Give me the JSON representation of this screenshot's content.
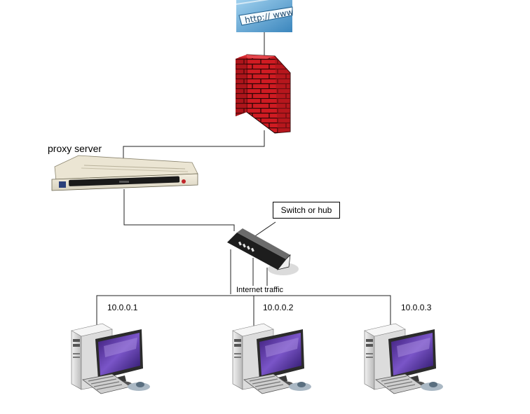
{
  "diagram": {
    "nodes": {
      "internet": {
        "label": "http:// www",
        "icon": "browser-url-icon"
      },
      "firewall": {
        "icon": "brick-firewall-icon",
        "color": "#c8161d"
      },
      "proxy": {
        "label": "proxy server",
        "icon": "rack-server-icon"
      },
      "switch": {
        "label": "Switch or hub",
        "icon": "network-switch-icon"
      },
      "clients": [
        {
          "ip": "10.0.0.1",
          "icon": "desktop-computer-icon"
        },
        {
          "ip": "10.0.0.2",
          "icon": "desktop-computer-icon"
        },
        {
          "ip": "10.0.0.3",
          "icon": "desktop-computer-icon"
        }
      ]
    },
    "traffic_label": "Internet traffic",
    "colors": {
      "wire": "#222222",
      "monitor_screen": "#5a2f9e",
      "url_bar": "#2f7fb8"
    }
  }
}
